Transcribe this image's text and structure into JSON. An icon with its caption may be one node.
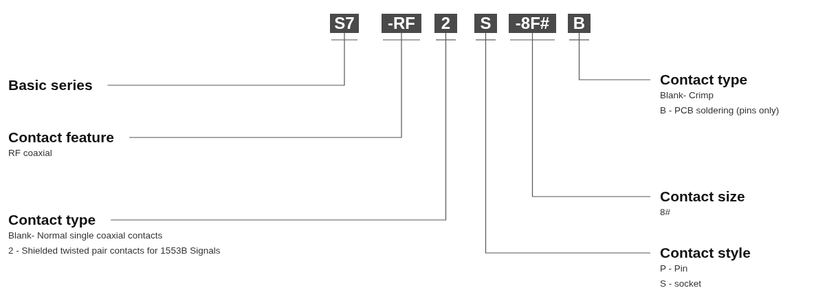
{
  "diagram": {
    "nodes": [
      {
        "text": [
          "S7"
        ]
      },
      {
        "text": [
          "-RF"
        ]
      },
      {
        "text": [
          "2"
        ]
      },
      {
        "text": [
          "S"
        ]
      },
      {
        "text": [
          "-8F#"
        ]
      },
      {
        "text": [
          "B"
        ]
      },
      {
        "text": [
          "Basic series"
        ]
      },
      {
        "text": [
          "Contact feature",
          "RF coaxial"
        ]
      },
      {
        "text": [
          "Contact type",
          "Blank- Normal single coaxial contacts",
          "2 - Shielded twisted pair contacts for 1553B Signals"
        ]
      },
      {
        "text": [
          "Contact type",
          "Blank- Crimp",
          "B - PCB soldering (pins only)"
        ]
      },
      {
        "text": [
          "Contact size",
          "8#"
        ]
      },
      {
        "text": [
          "Contact style",
          "P - Pin",
          "S - socket"
        ]
      }
    ],
    "edges": [
      {
        "from": 0,
        "to": 6,
        "arrow": "none"
      },
      {
        "from": 1,
        "to": 7,
        "arrow": "none"
      },
      {
        "from": 2,
        "to": 8,
        "arrow": "none"
      },
      {
        "from": 5,
        "to": 9,
        "arrow": "none"
      },
      {
        "from": 4,
        "to": 10,
        "arrow": "none"
      },
      {
        "from": 3,
        "to": 11,
        "arrow": "none"
      }
    ]
  }
}
